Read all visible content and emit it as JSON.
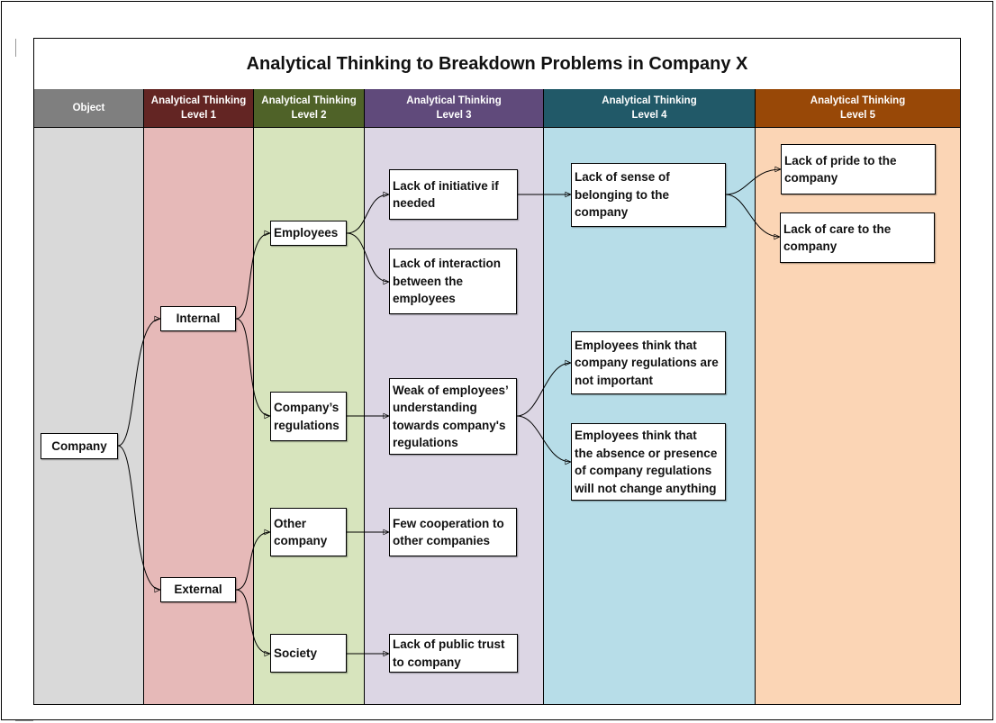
{
  "title": "Analytical Thinking to Breakdown Problems in Company X",
  "columns": [
    {
      "label": "Object",
      "head_color": "#7f7f7f",
      "body_color": "#d9d9d9"
    },
    {
      "label": "Analytical Thinking\nLevel 1",
      "head_color": "#632523",
      "body_color": "#e6b9b8"
    },
    {
      "label": "Analytical Thinking\nLevel 2",
      "head_color": "#4f6228",
      "body_color": "#d7e4bd"
    },
    {
      "label": "Analytical Thinking\nLevel 3",
      "head_color": "#604a7b",
      "body_color": "#dcd6e4"
    },
    {
      "label": "Analytical Thinking\nLevel 4",
      "head_color": "#215968",
      "body_color": "#b7dde8"
    },
    {
      "label": "Analytical Thinking\nLevel 5",
      "head_color": "#984807",
      "body_color": "#fbd5b5"
    }
  ],
  "nodes": {
    "company": "Company",
    "internal": "Internal",
    "external": "External",
    "employees": "Employees",
    "regulations": "Company’s\nregulations",
    "other_company": "Other\ncompany",
    "society": "Society",
    "lack_initiative": "Lack of initiative if\nneeded",
    "lack_interaction": "Lack of interaction\nbetween the\nemployees",
    "weak_understanding": "Weak of employees’\nunderstanding\ntowards company's\nregulations",
    "few_cooperation": "Few cooperation to\nother companies",
    "lack_public_trust": "Lack of public trust\nto company",
    "lack_belonging": "Lack of sense of\nbelonging to the\ncompany",
    "regs_not_important": "Employees think that\ncompany regulations are\nnot important",
    "absence_presence": "Employees think that\nthe absence or presence\nof company regulations\nwill not change anything",
    "lack_pride": "Lack of pride to the\ncompany",
    "lack_care": "Lack of care to the\ncompany"
  }
}
